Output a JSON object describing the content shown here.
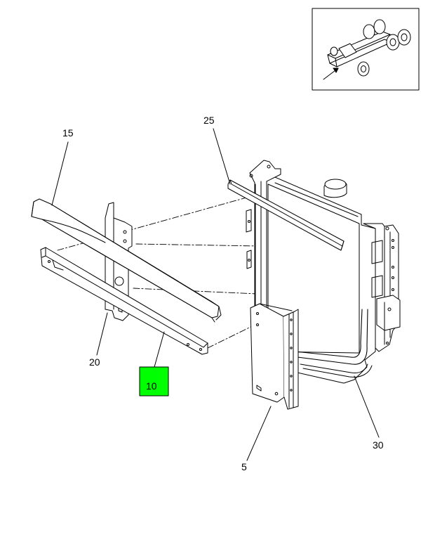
{
  "colors": {
    "line": "#000000",
    "highlight": "#00ff00",
    "background": "#ffffff"
  },
  "callouts": {
    "c15": "15",
    "c25": "25",
    "c20": "20",
    "c10": "10",
    "c5": "5",
    "c30": "30"
  },
  "highlighted_callout": "10"
}
